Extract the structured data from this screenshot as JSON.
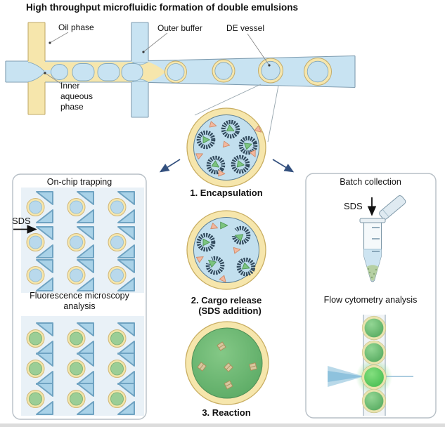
{
  "title": "High throughput microfluidic formation of double emulsions",
  "channel_labels": {
    "oil_phase": "Oil phase",
    "inner_aqueous_phase": "Inner aqueous phase",
    "outer_buffer": "Outer buffer",
    "de_vessel": "DE vessel"
  },
  "steps": {
    "step1": "1. Encapsulation",
    "step2": "2. Cargo release",
    "step2_note": "(SDS addition)",
    "step3": "3. Reaction"
  },
  "left_panel": {
    "title": "On-chip trapping",
    "sds_label": "SDS",
    "subtitle": "Fluorescence microscopy analysis"
  },
  "right_panel": {
    "title": "Batch collection",
    "sds_label": "SDS",
    "subtitle": "Flow cytometry analysis"
  },
  "palette": {
    "oil_yellow": "#f6e6ac",
    "oil_outline": "#c2ab6a",
    "aqueous_blue": "#c8e3f2",
    "channel_outline": "#7f9db1",
    "trap_post_blue": "#a9d2e8",
    "liposome_dark": "#31495c",
    "cargo_green": "#7cc47f",
    "substrate_salmon": "#f3b79d",
    "reaction_green": "#5faf67",
    "fluor_green": "#93d694",
    "arrow_navy": "#33507e",
    "panel_border": "#b7bfc6",
    "grid_bg": "#e9f1f7"
  },
  "icons": {
    "sds_arrow_left_panel": "arrow-right",
    "sds_arrow_right_panel": "arrow-down",
    "panel_pointer_arrows": "arrow-diagonal"
  }
}
